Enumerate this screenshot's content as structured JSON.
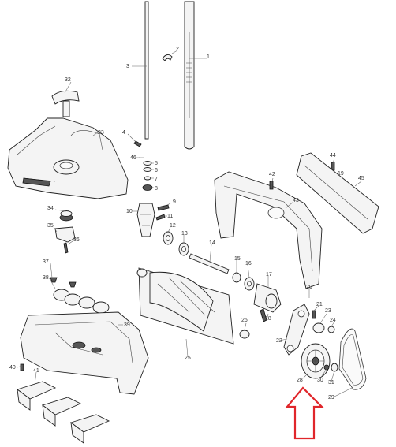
{
  "diagram": {
    "callouts": [
      "1",
      "2",
      "3",
      "4",
      "5",
      "6",
      "7",
      "8",
      "9",
      "10",
      "11",
      "12",
      "13",
      "14",
      "15",
      "16",
      "17",
      "18",
      "19",
      "20",
      "21",
      "22",
      "23",
      "24",
      "25",
      "26",
      "28",
      "29",
      "30",
      "31",
      "32",
      "33",
      "34",
      "35",
      "36",
      "37",
      "38",
      "39",
      "40",
      "41",
      "42",
      "43",
      "44",
      "45",
      "46"
    ],
    "highlight_color": "#e0262b",
    "highlight_target": "28"
  }
}
